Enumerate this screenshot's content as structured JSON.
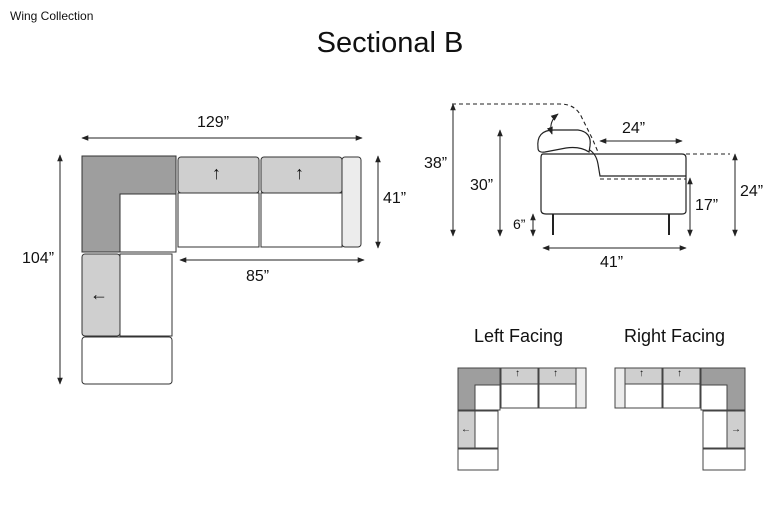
{
  "collection": "Wing Collection",
  "title": "Sectional B",
  "top_view": {
    "dims": {
      "width": "129”",
      "depth": "104”",
      "seat_depth": "41”",
      "inner_width": "85”"
    }
  },
  "side_view": {
    "dims": {
      "overall_height": "38”",
      "back_height": "30”",
      "leg_height": "6”",
      "seat_width": "24”",
      "seat_height": "17”",
      "arm_height": "24”",
      "depth": "41”"
    }
  },
  "variants": {
    "left_label": "Left Facing",
    "right_label": "Right Facing"
  },
  "arrows": {
    "up": "↑",
    "left": "←",
    "right": "→"
  },
  "colors": {
    "dark": "#9e9e9e",
    "mid": "#cfcfcf",
    "light": "#ececec",
    "line": "#222222"
  }
}
